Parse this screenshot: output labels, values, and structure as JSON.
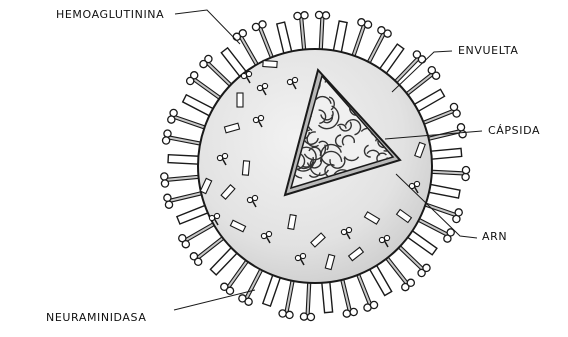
{
  "labels": {
    "hemagglutinin": "HEMOAGLUTININA",
    "envelope": "ENVUELTA",
    "capsid": "CÁPSIDA",
    "rna": "ARN",
    "neuraminidase": "NEURAMINIDASA"
  },
  "colors": {
    "envelope_fill": "#e4e4e4",
    "capsid_fill": "#ececec",
    "spike_fill": "#c8c8c8",
    "ink": "#1a1a1a"
  }
}
